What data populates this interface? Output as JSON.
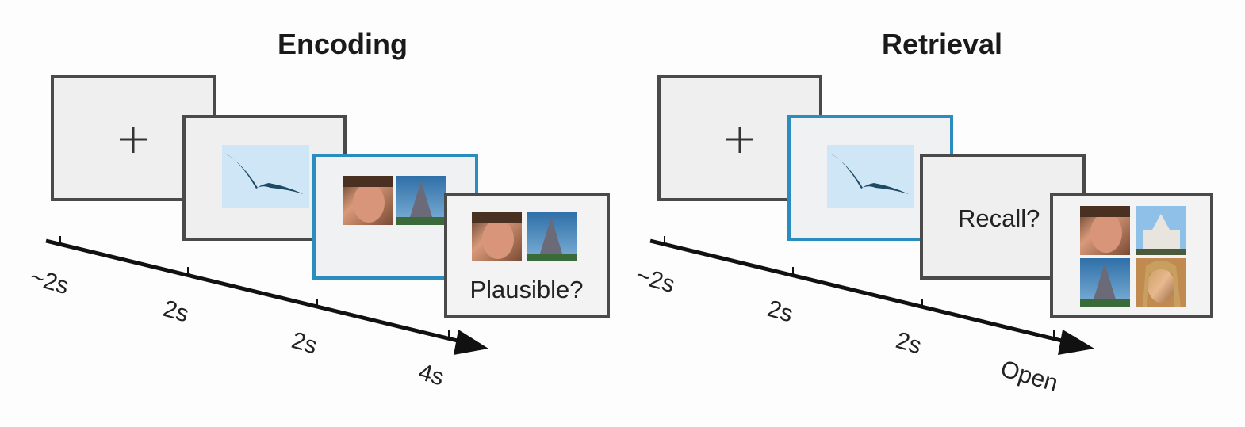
{
  "encoding": {
    "title": "Encoding",
    "prompt": "Plausible?",
    "timeline": [
      "~2s",
      "2s",
      "2s",
      "4s"
    ]
  },
  "retrieval": {
    "title": "Retrieval",
    "prompt": "Recall?",
    "timeline": [
      "~2s",
      "2s",
      "2s",
      "Open"
    ]
  },
  "colors": {
    "frame": "#4a4a4a",
    "highlight_frame": "#2a8cbf",
    "screen_fill": "#efefef",
    "sky": "#cfe6f7",
    "bird": "#1f4a63"
  }
}
